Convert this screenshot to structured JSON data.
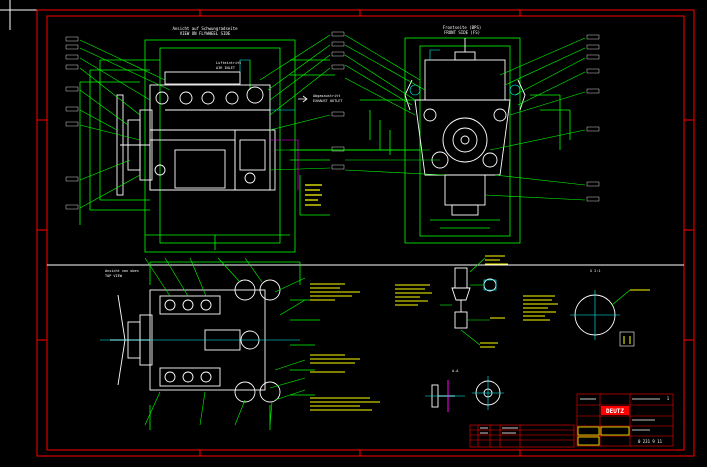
{
  "views": {
    "side_title_line1": "Ansicht auf Schwungradseite",
    "side_title_line2": "VIEW ON FLYWHEEL SIDE",
    "front_title_line1": "Frontseite (BPS)",
    "front_title_line2": "FRONT SIDE (FS)",
    "top_title_line1": "Ansicht von oben",
    "top_title_line2": "TOP VIEW",
    "lufteintritt": "Lufteintritt",
    "air_inlet": "AIR INLET",
    "abgasaustritt": "Abgasaustritt",
    "exhaust_outlet": "EXHAUST OUTLET"
  },
  "detail": {
    "section_label": "A-A",
    "circle_label": "X 2:1"
  },
  "title_block": {
    "brand": "DEUTZ",
    "drawing_no": "0 231 9 11",
    "sheet": "1"
  },
  "colors": {
    "background": "#000000",
    "frame": "#ff0000",
    "geometry": "#ffffff",
    "dimensions": "#00ff00",
    "notes": "#ffff00",
    "callouts": "#00ffff",
    "titleblock": "#ff0000"
  }
}
